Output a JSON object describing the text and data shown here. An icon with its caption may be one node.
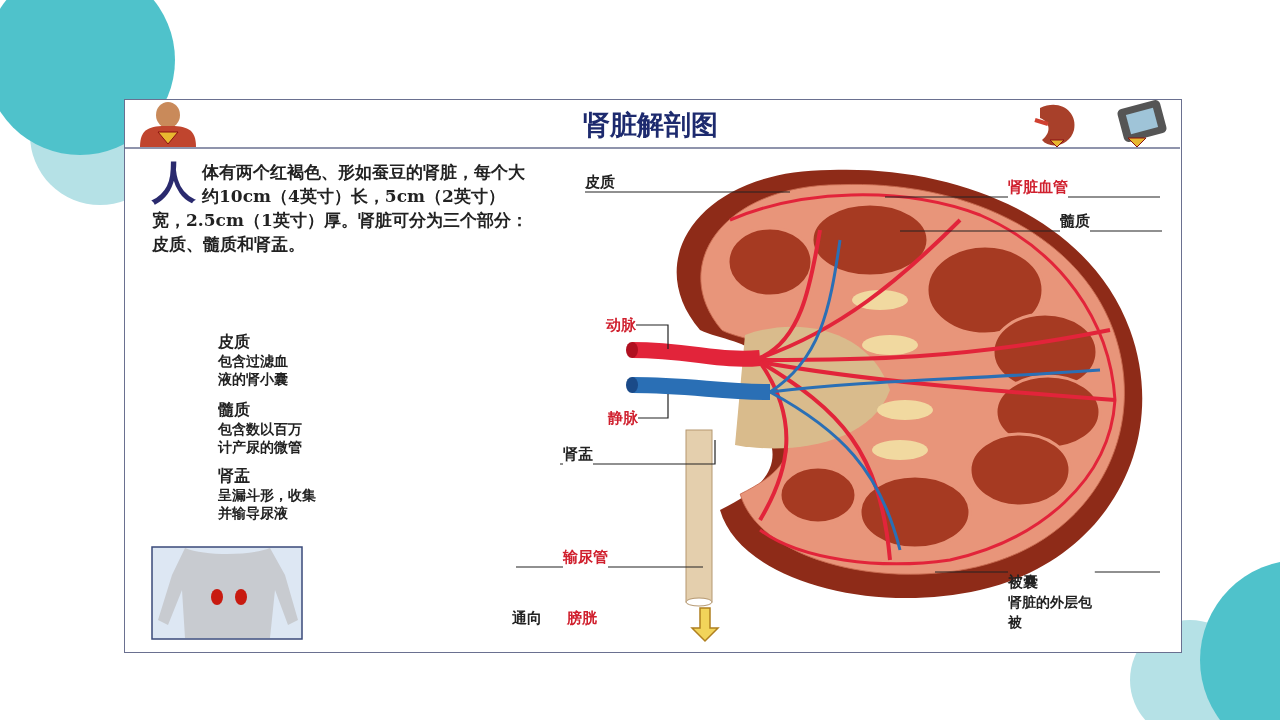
{
  "diagram": {
    "title": "肾脏解剖图",
    "nodes": [
      {
        "text": [
          "皮质"
        ]
      },
      {
        "text": [
          "肾脏血管"
        ]
      },
      {
        "text": [
          "髓质"
        ]
      },
      {
        "text": [
          "动脉"
        ]
      },
      {
        "text": [
          "静脉"
        ]
      },
      {
        "text": [
          "肾盂"
        ]
      },
      {
        "text": [
          "输尿管"
        ]
      },
      {
        "text": [
          "被囊",
          "肾脏的外层包被"
        ]
      }
    ],
    "edges": [
      {
        "from": 0,
        "to": null,
        "arrow": "none"
      },
      {
        "from": 1,
        "to": null,
        "arrow": "none"
      },
      {
        "from": 2,
        "to": null,
        "arrow": "none"
      },
      {
        "from": 3,
        "to": null,
        "arrow": "none"
      },
      {
        "from": 4,
        "to": null,
        "arrow": "none"
      },
      {
        "from": 5,
        "to": null,
        "arrow": "none"
      },
      {
        "from": 6,
        "to": null,
        "arrow": "none"
      },
      {
        "from": 7,
        "to": null,
        "arrow": "none"
      }
    ],
    "labels": [
      "人体有两个红褐色、形如蚕豆的肾脏，每个大约10cm（4英寸）长，5cm（2英寸）宽，2.5cm（1英寸）厚。肾脏可分为三个部分：皮质、髓质和肾盂。",
      "皮质",
      "包含过滤血液的肾小囊",
      "髓质",
      "包含数以百万计产尿的微管",
      "肾盂",
      "呈漏斗形，收集并输导尿液",
      "通向",
      "膀胱"
    ]
  }
}
